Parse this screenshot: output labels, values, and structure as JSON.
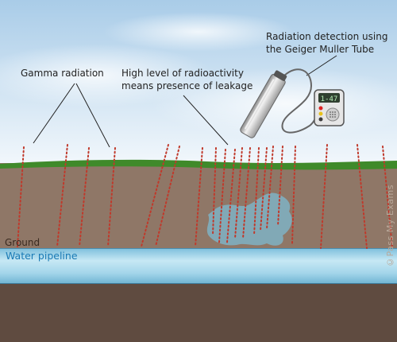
{
  "labels": {
    "gamma": "Gamma radiation",
    "leak_line1": "High level of radioactivity",
    "leak_line2": "means presence of leakage",
    "detector_line1": "Radiation detection using",
    "detector_line2": "the Geiger Muller Tube",
    "ground": "Ground",
    "pipeline": "Water pipeline"
  },
  "detector": {
    "display": "1-47"
  },
  "watermark": "©Pass My Exams",
  "colors": {
    "sky_top": "#a9cce8",
    "sky_bottom": "#f3f8fc",
    "grass": "#3f8a2a",
    "soil": "#8f7767",
    "deep_soil": "#5f4b40",
    "pipe": "#a9d8ec",
    "leak": "#7fb1c4",
    "radiation": "#c0392b"
  }
}
